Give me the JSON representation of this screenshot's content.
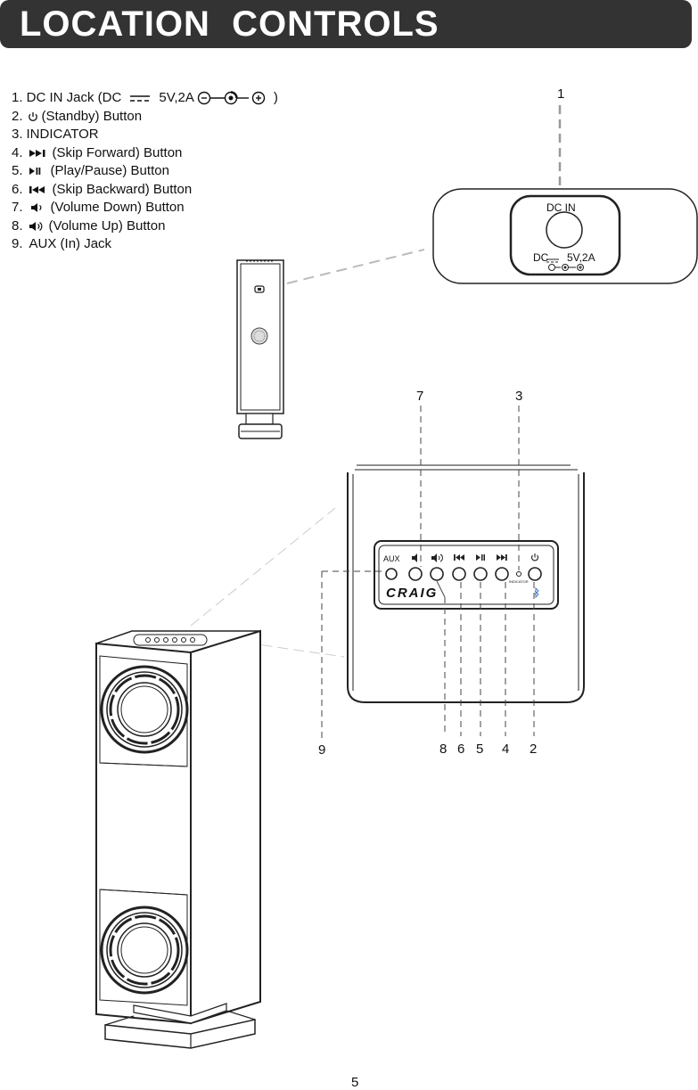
{
  "page": {
    "title": "LOCATION  CONTROLS",
    "page_number": "5"
  },
  "legend": {
    "item1_prefix": "1. DC IN Jack (DC",
    "item1_spec": "5V,2A",
    "item1_suffix": ")",
    "item2": "(Standby) Button",
    "item3": "INDICATOR",
    "item4": "(Skip Forward) Button",
    "item5": "(Play/Pause) Button",
    "item6": "(Skip Backward) Button",
    "item7": "(Volume Down) Button",
    "item8": "(Volume Up) Button",
    "item9": "AUX (In) Jack",
    "nums": [
      "1.",
      "2.",
      "3.",
      "4.",
      "5.",
      "6.",
      "7.",
      "8.",
      "9."
    ]
  },
  "icons": {
    "standby": "power-icon",
    "skip_forward": "skip-forward-icon",
    "play_pause": "play-pause-icon",
    "skip_backward": "skip-backward-icon",
    "volume_down": "volume-down-icon",
    "volume_up": "volume-up-icon"
  },
  "callouts": {
    "c1": "1",
    "c2": "2",
    "c3": "3",
    "c4": "4",
    "c5": "5",
    "c6": "6",
    "c7": "7",
    "c8": "8",
    "c9": "9"
  },
  "jack_panel": {
    "label_top": "DC  IN",
    "label_bottom": "DC",
    "label_spec": "5V,2A"
  },
  "control_panel": {
    "aux_label": "AUX",
    "brand": "CRAIG",
    "indicator_label": "INDICATOR"
  },
  "colors": {
    "title_bar": "#333333",
    "title_text": "#ffffff",
    "line": "#222222",
    "dashed": "#bbbbbb"
  }
}
